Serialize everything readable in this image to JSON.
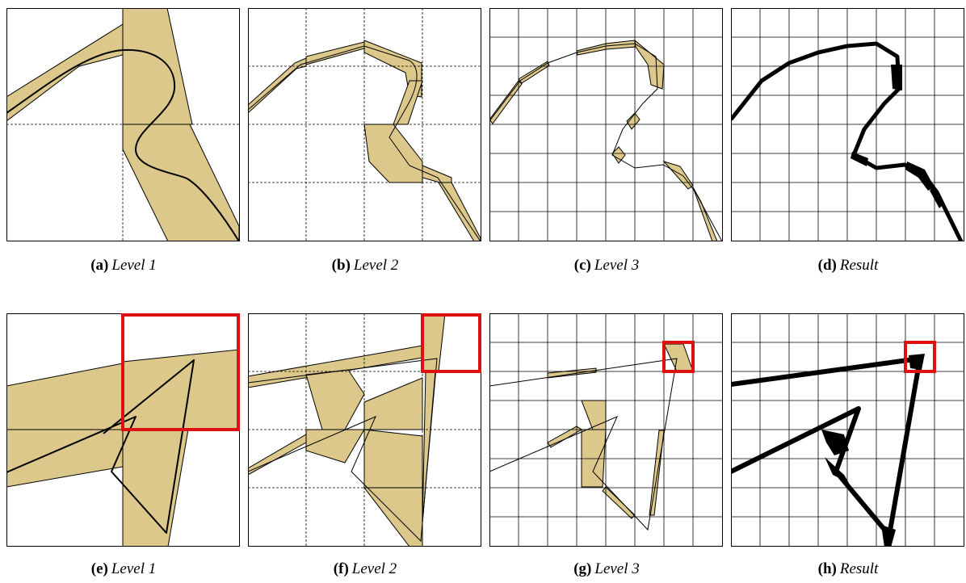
{
  "colors": {
    "fill": "#dcc88a",
    "highlight": "#dd1111",
    "ink": "#000000"
  },
  "panels": [
    {
      "label": "(a)",
      "text": "Level 1",
      "grid": 2
    },
    {
      "label": "(b)",
      "text": "Level 2",
      "grid": 4
    },
    {
      "label": "(c)",
      "text": "Level 3",
      "grid": 8
    },
    {
      "label": "(d)",
      "text": "Result",
      "grid": 8
    },
    {
      "label": "(e)",
      "text": "Level 1",
      "grid": 2
    },
    {
      "label": "(f)",
      "text": "Level 2",
      "grid": 4
    },
    {
      "label": "(g)",
      "text": "Level 3",
      "grid": 8
    },
    {
      "label": "(h)",
      "text": "Result",
      "grid": 8
    }
  ]
}
